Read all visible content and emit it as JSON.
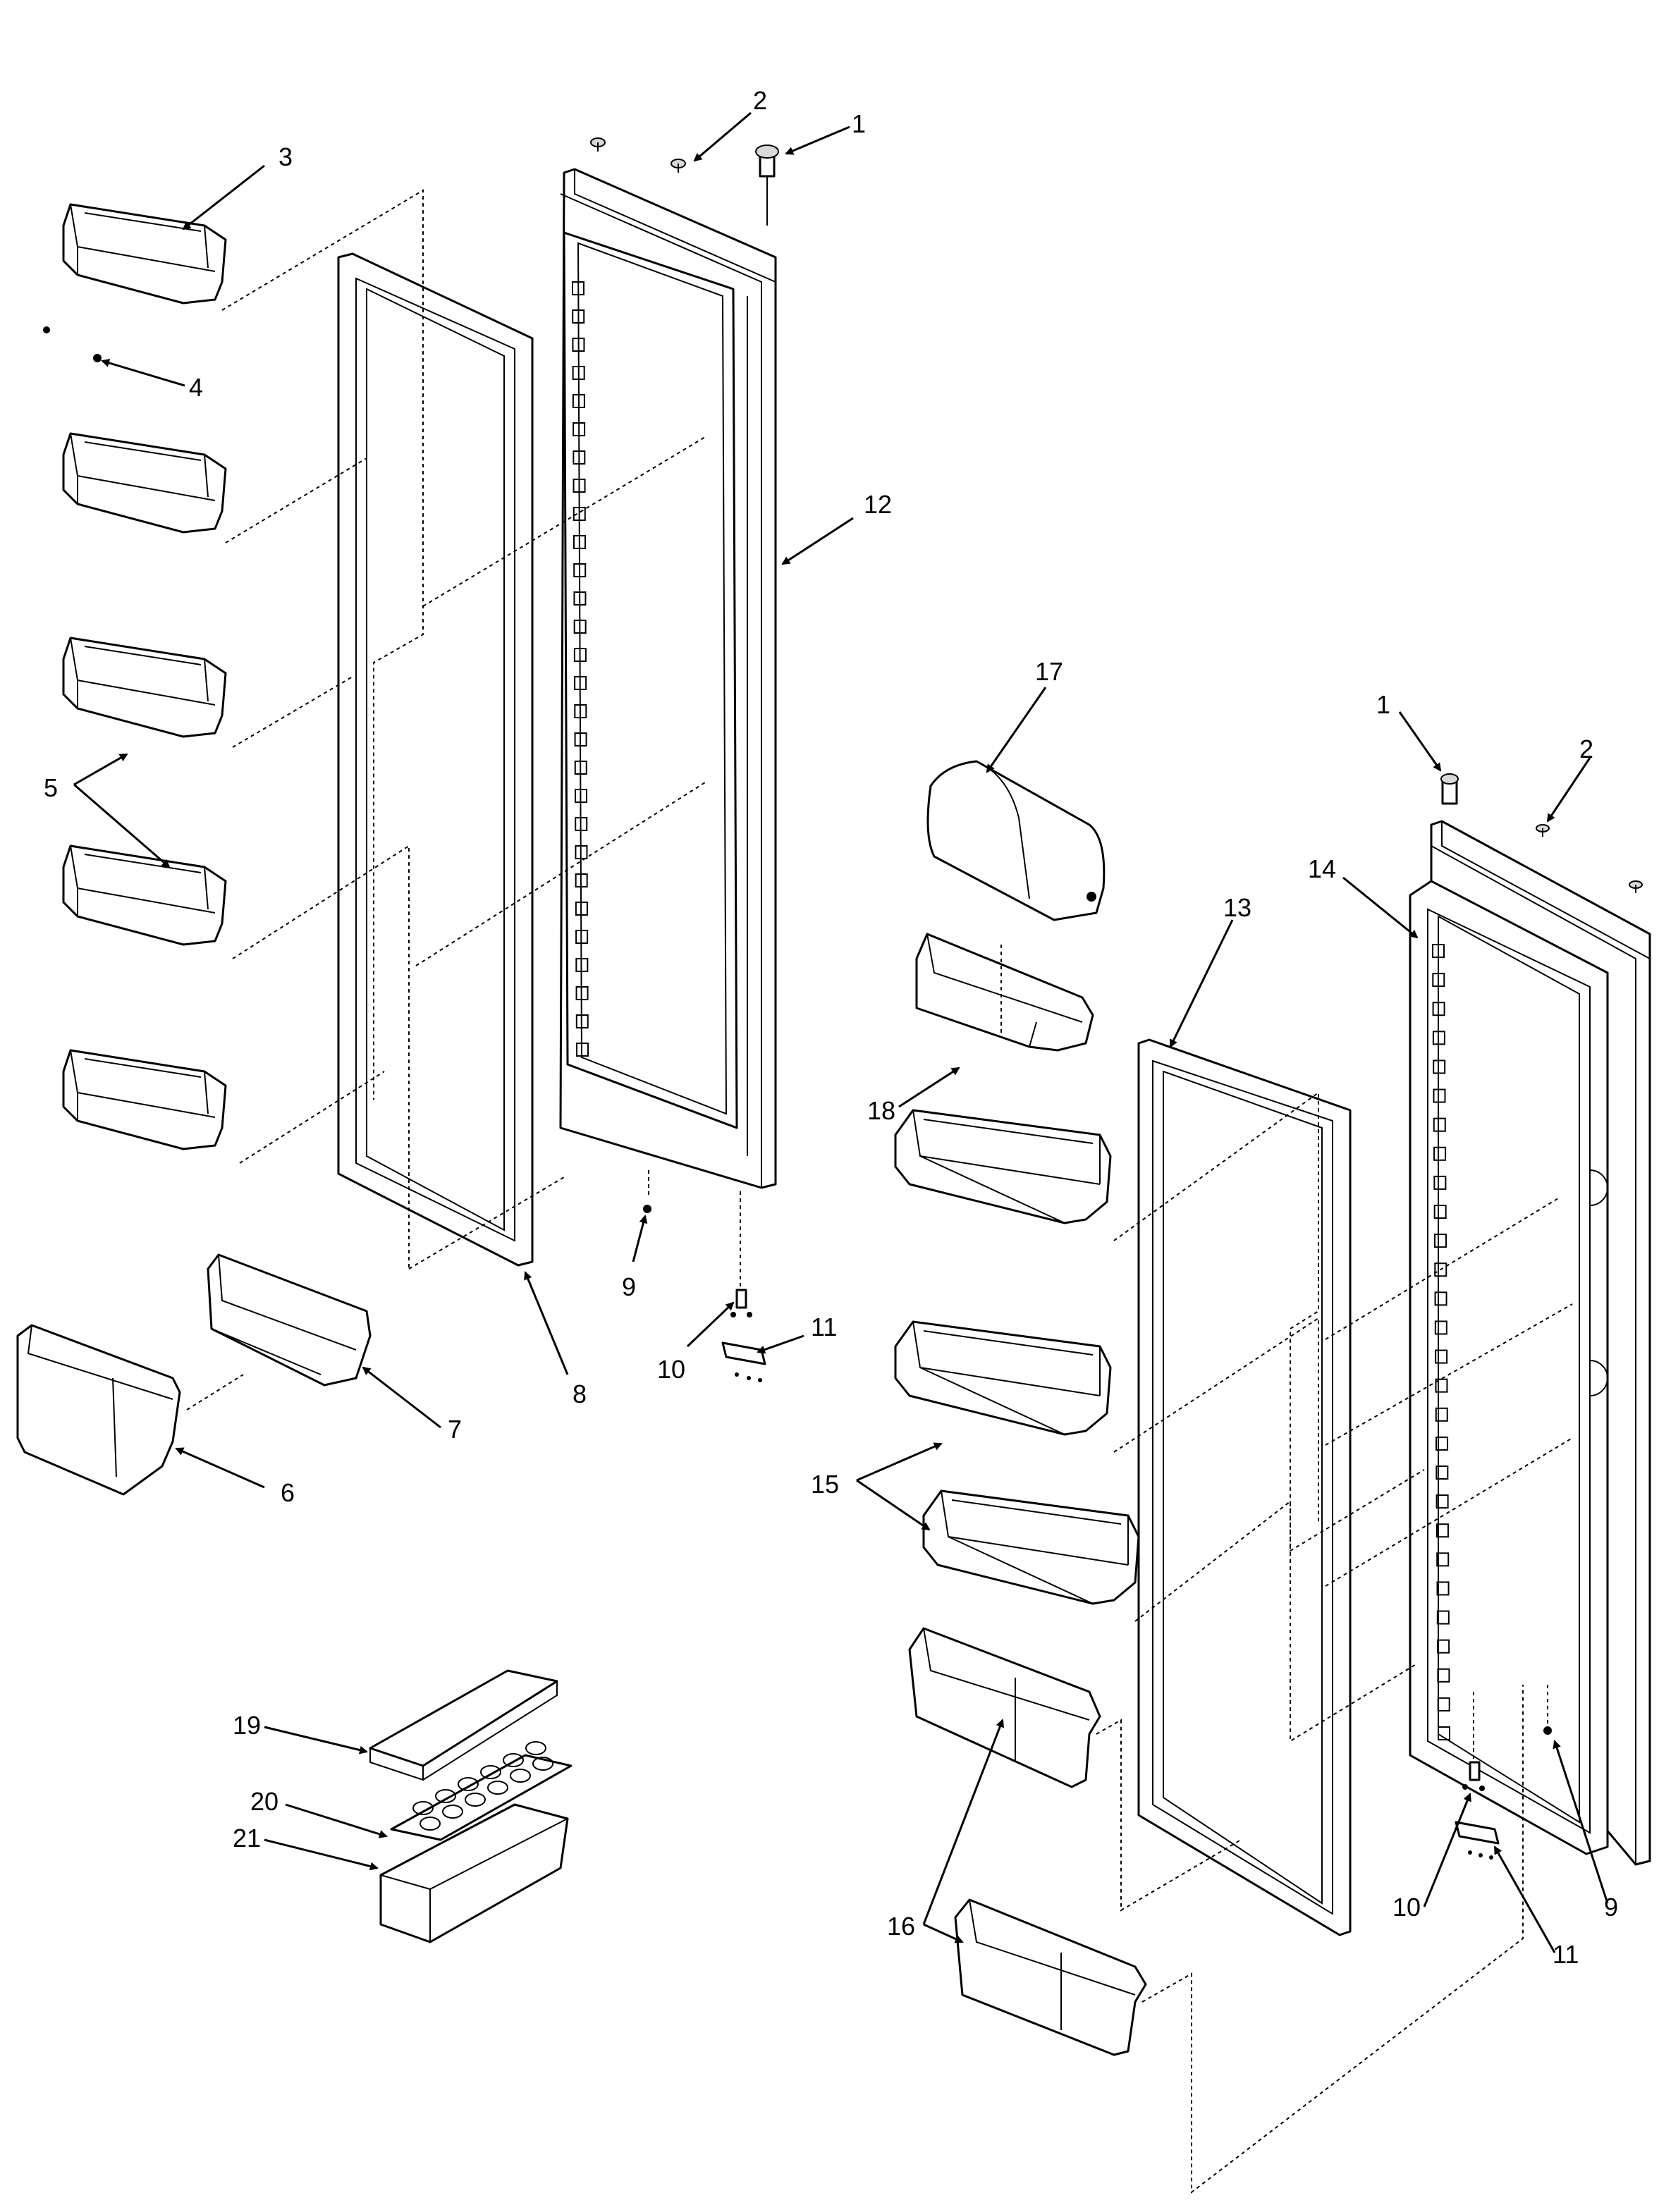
{
  "callouts": [
    {
      "id": "c1a",
      "text": "1"
    },
    {
      "id": "c2a",
      "text": "2"
    },
    {
      "id": "c3",
      "text": "3"
    },
    {
      "id": "c4",
      "text": "4"
    },
    {
      "id": "c5",
      "text": "5"
    },
    {
      "id": "c6",
      "text": "6"
    },
    {
      "id": "c7",
      "text": "7"
    },
    {
      "id": "c8",
      "text": "8"
    },
    {
      "id": "c9a",
      "text": "9"
    },
    {
      "id": "c10a",
      "text": "10"
    },
    {
      "id": "c11a",
      "text": "11"
    },
    {
      "id": "c12",
      "text": "12"
    },
    {
      "id": "c13",
      "text": "13"
    },
    {
      "id": "c14",
      "text": "14"
    },
    {
      "id": "c15",
      "text": "15"
    },
    {
      "id": "c16",
      "text": "16"
    },
    {
      "id": "c17",
      "text": "17"
    },
    {
      "id": "c18",
      "text": "18"
    },
    {
      "id": "c19",
      "text": "19"
    },
    {
      "id": "c20",
      "text": "20"
    },
    {
      "id": "c21",
      "text": "21"
    },
    {
      "id": "c1b",
      "text": "1"
    },
    {
      "id": "c2b",
      "text": "2"
    },
    {
      "id": "c9b",
      "text": "9"
    },
    {
      "id": "c10b",
      "text": "10"
    },
    {
      "id": "c11b",
      "text": "11"
    }
  ]
}
